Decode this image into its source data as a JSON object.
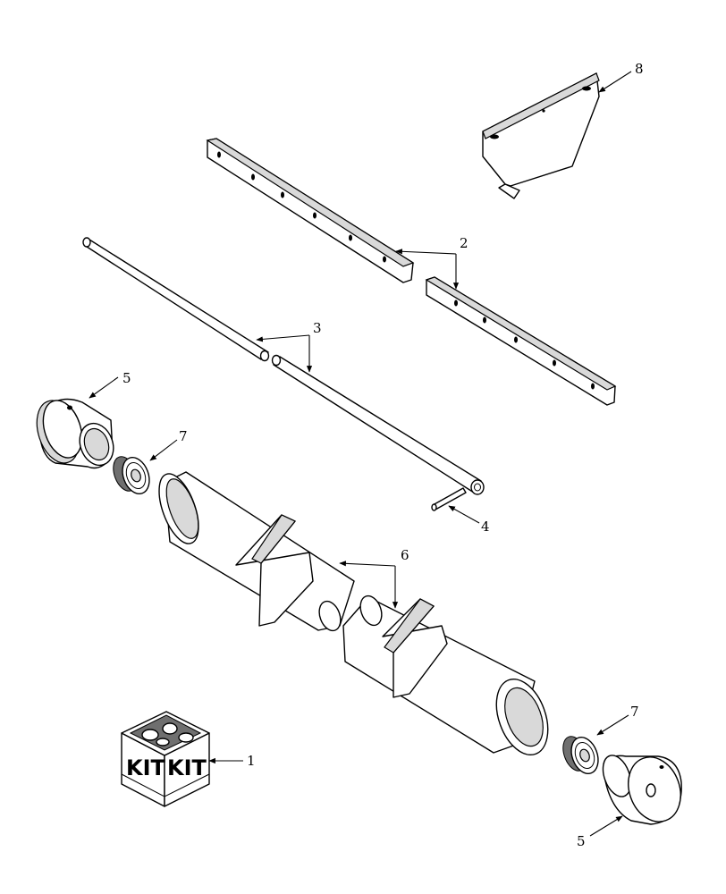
{
  "callouts": {
    "kit": "1",
    "strip": "2",
    "shaft": "3",
    "pin": "4",
    "hub_top": "5",
    "hub_bottom": "5",
    "auger": "6",
    "bearing_top": "7",
    "bearing_bottom": "7",
    "bracket": "8"
  },
  "kit_box": {
    "left_label": "KIT",
    "right_label": "KIT"
  }
}
